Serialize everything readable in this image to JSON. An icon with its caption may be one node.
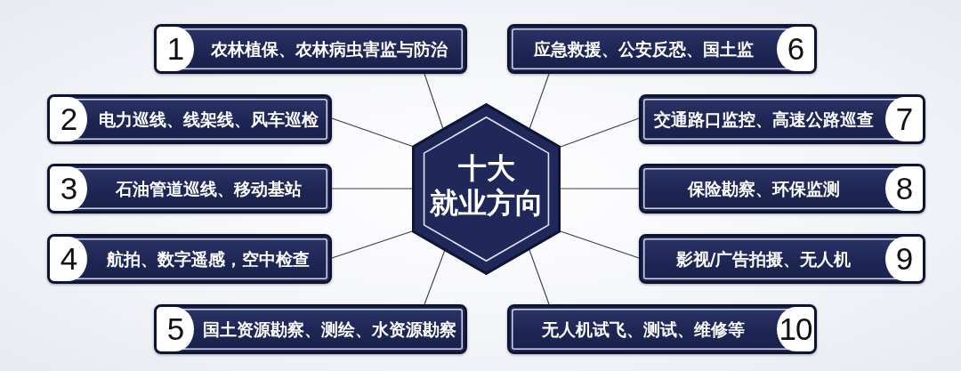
{
  "diagram": {
    "nodes": [
      {
        "text": [
          "十大就业方向"
        ]
      },
      {
        "text": [
          "1",
          "农林植保、农林病虫害监与防治"
        ]
      },
      {
        "text": [
          "2",
          "电力巡线、线架线、风车巡检"
        ]
      },
      {
        "text": [
          "3",
          "石油管道巡线、移动基站"
        ]
      },
      {
        "text": [
          "4",
          "航拍、数字遥感，空中检查"
        ]
      },
      {
        "text": [
          "5",
          "国土资源勘察、测绘、水资源勘察"
        ]
      },
      {
        "text": [
          "应急救援、公安反恐、国土监",
          "6"
        ]
      },
      {
        "text": [
          "交通路口监控、高速公路巡查",
          "7"
        ]
      },
      {
        "text": [
          "保险勘察、环保监测",
          "8"
        ]
      },
      {
        "text": [
          "影视/广告拍摄、无人机",
          "9"
        ]
      },
      {
        "text": [
          "无人机试飞、测试、维修等",
          "10"
        ]
      }
    ],
    "edges": [
      {
        "from": 0,
        "to": 1,
        "arrow": "none"
      },
      {
        "from": 0,
        "to": 2,
        "arrow": "none"
      },
      {
        "from": 0,
        "to": 3,
        "arrow": "none"
      },
      {
        "from": 0,
        "to": 4,
        "arrow": "none"
      },
      {
        "from": 0,
        "to": 5,
        "arrow": "none"
      },
      {
        "from": 0,
        "to": 6,
        "arrow": "none"
      },
      {
        "from": 0,
        "to": 7,
        "arrow": "none"
      },
      {
        "from": 0,
        "to": 8,
        "arrow": "none"
      },
      {
        "from": 0,
        "to": 9,
        "arrow": "none"
      },
      {
        "from": 0,
        "to": 10,
        "arrow": "none"
      }
    ]
  }
}
